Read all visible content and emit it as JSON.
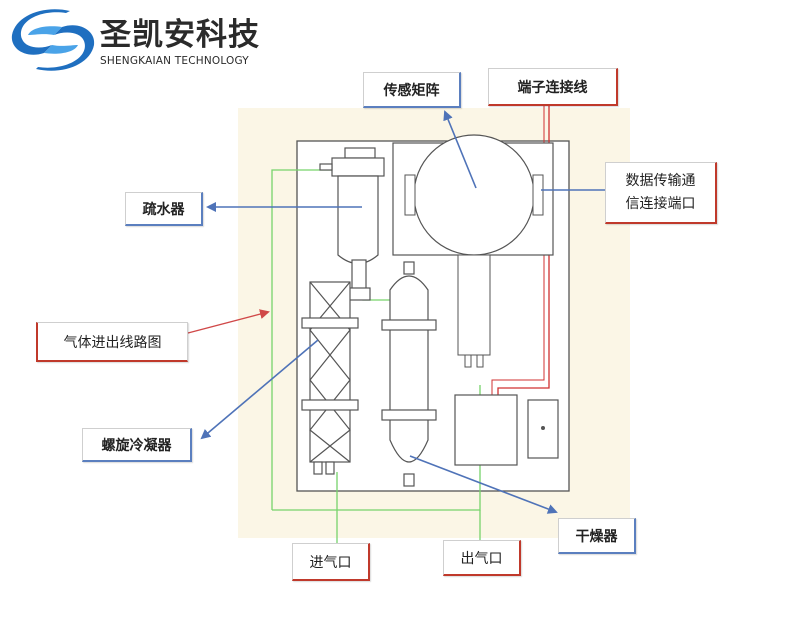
{
  "logo": {
    "name_cn": "圣凯安科技",
    "name_en": "SHENGKAIAN TECHNOLOGY",
    "brand_color": "#1f6fc0"
  },
  "labels": {
    "sensor_array": "传感矩阵",
    "connection_wire": "端子连接线",
    "data_port_line1": "数据传输通",
    "data_port_line2": "信连接端口",
    "drain": "疏水器",
    "gas_path": "气体进出线路图",
    "spiral_condenser": "螺旋冷凝器",
    "inlet": "进气口",
    "outlet": "出气口",
    "dryer": "干燥器"
  },
  "colors": {
    "blue_arrow": "#4f73b8",
    "red_arrow": "#d04848",
    "gas_line": "#77d36b",
    "red_wire": "#d03030",
    "equipment_line": "#555555",
    "backdrop": "#fbf6e6"
  }
}
